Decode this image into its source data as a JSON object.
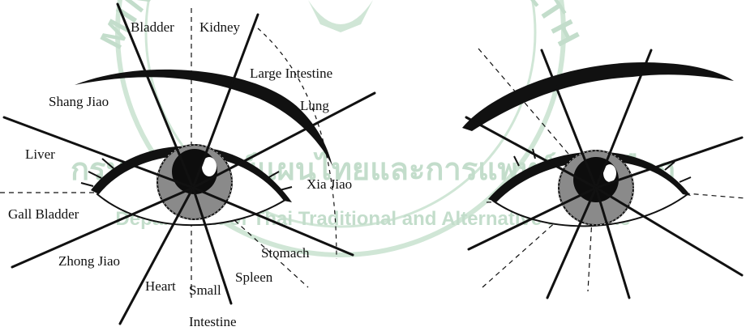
{
  "watermark": {
    "arc_text": "MINISTRY OF PUBLIC HEALTH",
    "thai_text": "กรมการแพทย์แผนไทยและการแพทย์ทางเลือก",
    "english_text": "Department of Thai Traditional and Alternative Medicine",
    "color": "#b9d8c3"
  },
  "left_eye": {
    "labels": {
      "bladder": "Bladder",
      "kidney": "Kidney",
      "large_intestine": "Large Intestine",
      "shang_jiao": "Shang Jiao",
      "lung": "Lung",
      "liver": "Liver",
      "xia_jiao": "Xia Jiao",
      "gall_bladder": "Gall Bladder",
      "stomach": "Stomach",
      "zhong_jiao": "Zhong Jiao",
      "spleen": "Spleen",
      "heart": "Heart",
      "small": "Small",
      "intestine": "Intestine"
    }
  },
  "colors": {
    "ink": "#111111",
    "iris": "#8a8a8a",
    "pupil": "#0d0d0d"
  }
}
